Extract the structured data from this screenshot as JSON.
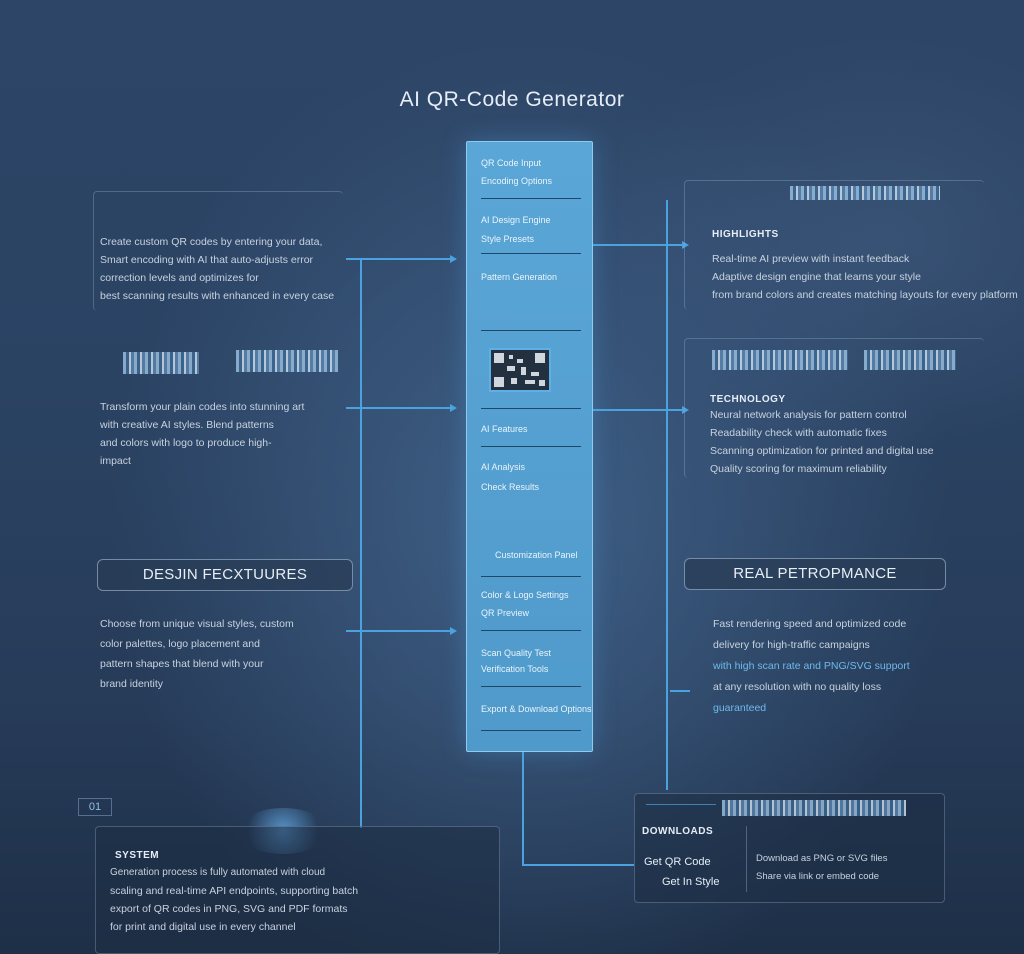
{
  "title": "AI QR-Code Generator",
  "center_column": {
    "items": [
      "QR Code Input",
      "Encoding Options",
      "AI Design Engine",
      "Style Presets",
      "Pattern Generation",
      "AI Features",
      "AI Analysis",
      "Check Results",
      "Customization Panel",
      "Color & Logo Settings",
      "QR Preview",
      "Scan Quality Test",
      "Verification Tools",
      "Export & Download Options"
    ]
  },
  "left_top": {
    "lines": [
      "Create custom QR codes by entering your data,",
      "Smart encoding with AI that auto-adjusts error",
      "correction levels and optimizes for",
      "best scanning results with enhanced in every case"
    ]
  },
  "left_mid": {
    "lines": [
      "Transform your plain codes into stunning art",
      "with creative AI styles. Blend patterns",
      "and colors with logo to produce high-",
      "impact"
    ]
  },
  "left_pill": "DESJIN FECXTUURES",
  "left_bottom": {
    "lines": [
      "Choose from unique visual styles, custom",
      "color palettes, logo placement and",
      "pattern shapes that blend with your",
      "brand identity"
    ]
  },
  "bottom_left": {
    "badge": "01",
    "title": "SYSTEM",
    "lines": [
      "Generation process is fully automated with cloud",
      "scaling and real-time API endpoints, supporting batch",
      "export of QR codes in PNG, SVG and PDF formats",
      "for print and digital use in every channel"
    ]
  },
  "right_top": {
    "title": "HIGHLIGHTS",
    "lines": [
      "Real-time AI preview with instant feedback",
      "Adaptive design engine that learns your style",
      "from brand colors and creates matching layouts for every platform"
    ]
  },
  "right_mid": {
    "title": "TECHNOLOGY",
    "lines": [
      "Neural network analysis for pattern control",
      "Readability check with automatic fixes",
      "Scanning optimization for printed and digital use",
      "Quality scoring for maximum reliability"
    ]
  },
  "right_pill": "REAL PETROPMANCE",
  "right_bottom": {
    "lines": [
      "Fast rendering speed and optimized code",
      "delivery for high-traffic campaigns",
      "with high scan rate and PNG/SVG support",
      "at any resolution with no quality loss",
      "guaranteed"
    ],
    "highlight_lines": [
      2,
      4
    ]
  },
  "bottom_right": {
    "title": "DOWNLOADS",
    "left_lines": [
      "Get QR Code",
      "Get In Style"
    ],
    "right_lines": [
      "Download as PNG or SVG files",
      "Share via link or embed code"
    ]
  },
  "colors": {
    "accent": "#4aa3e0",
    "column": "#5aa6d6",
    "background": "#2b4363"
  }
}
